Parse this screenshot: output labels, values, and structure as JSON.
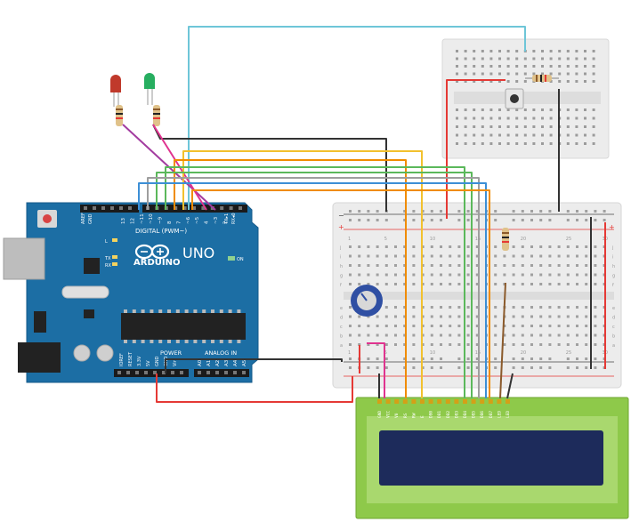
{
  "arduino": {
    "brand": "ARDUINO",
    "model": "UNO",
    "digital_label": "DIGITAL (PWM~)",
    "power_label": "POWER",
    "analog_label": "ANALOG IN",
    "on_label": "ON",
    "tx_label": "TX",
    "rx_label": "RX",
    "l_label": "L",
    "txrx0": "TX▸1",
    "rx0": "RX◂0",
    "aref": "AREF",
    "gnd": "GND",
    "digital_pins": [
      "13",
      "12",
      "~11",
      "~10",
      "~9",
      "8",
      "7",
      "~6",
      "~5",
      "4",
      "~3",
      "2"
    ],
    "power_pins": [
      "IOREF",
      "RESET",
      "3.3V",
      "5V",
      "GND",
      "GND",
      "Vin"
    ],
    "analog_pins": [
      "A0",
      "A1",
      "A2",
      "A3",
      "A4",
      "A5"
    ]
  },
  "breadboard": {
    "columns_top": [
      "1",
      "",
      "",
      "",
      "5",
      "",
      "",
      "",
      "",
      "10",
      "",
      "",
      "",
      "",
      "15",
      "",
      "",
      "",
      "",
      "20",
      "",
      "",
      "",
      "",
      "25",
      "",
      "",
      "",
      "30"
    ],
    "row_letters_top": [
      "j",
      "i",
      "h",
      "g",
      "f"
    ],
    "row_letters_bottom": [
      "e",
      "d",
      "c",
      "b",
      "a"
    ],
    "plus": "+",
    "minus": "−"
  },
  "lcd": {
    "pins": [
      "GND",
      "VCC",
      "V0",
      "RS",
      "RW",
      "E",
      "DB0",
      "DB1",
      "DB2",
      "DB3",
      "DB4",
      "DB5",
      "DB6",
      "DB7",
      "LED",
      "LED"
    ]
  },
  "colors": {
    "arduino_board": "#1c6ea4",
    "breadboard": "#ececec",
    "lcd_pcb": "#8ec94a",
    "lcd_screen": "#1d2b5b",
    "potentiometer": "#2f4fa3",
    "wire_red": "#e53935",
    "wire_black": "#333333",
    "wire_cyan": "#6ec6d8",
    "wire_yellow": "#f2c12e",
    "wire_orange": "#f08c00",
    "wire_green": "#5bb85b",
    "wire_blue": "#3c8fd6",
    "wire_purple": "#a33ca0",
    "wire_magenta": "#e0338f",
    "wire_grey": "#9e9e9e",
    "wire_brown": "#8b5a2b",
    "led_red": "#c0392b",
    "led_green": "#27ae60"
  }
}
